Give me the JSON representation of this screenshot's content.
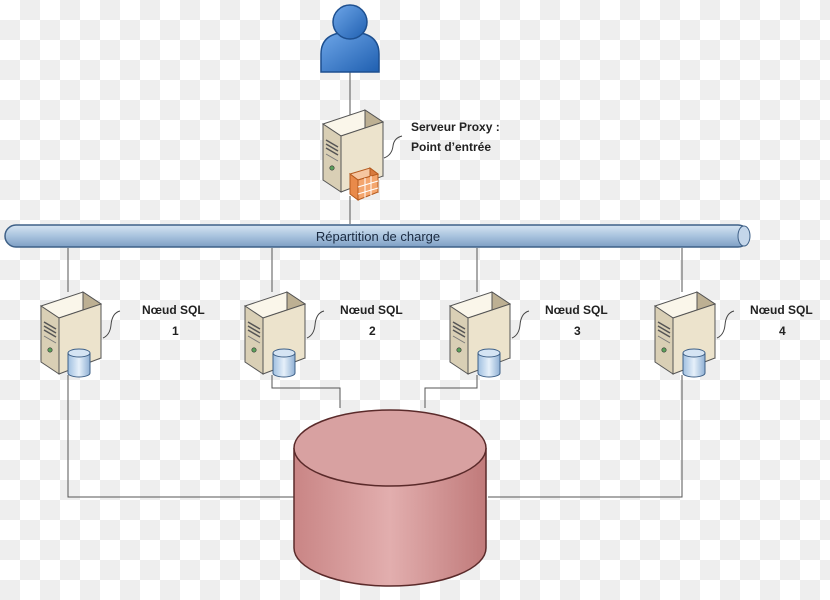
{
  "colors": {
    "bus_fill": "#aec6e0",
    "bus_stroke": "#3e6087",
    "database_fill": "#d49a9a",
    "database_stroke": "#5a2a2a",
    "server_fill": "#ece3cc",
    "user_fill": "#2f74c8",
    "connector": "#555555"
  },
  "icons": {
    "user": "user-icon",
    "proxy": "server-firewall-icon",
    "node": "server-database-icon",
    "database": "database-icon"
  },
  "proxy": {
    "label_line1": "Serveur Proxy :",
    "label_line2": "Point d’entrée"
  },
  "bus": {
    "label": "Répartition de charge"
  },
  "nodes": [
    {
      "label_line1": "Nœud SQL",
      "label_line2": "1"
    },
    {
      "label_line1": "Nœud SQL",
      "label_line2": "2"
    },
    {
      "label_line1": "Nœud SQL",
      "label_line2": "3"
    },
    {
      "label_line1": "Nœud SQL",
      "label_line2": "4"
    }
  ]
}
